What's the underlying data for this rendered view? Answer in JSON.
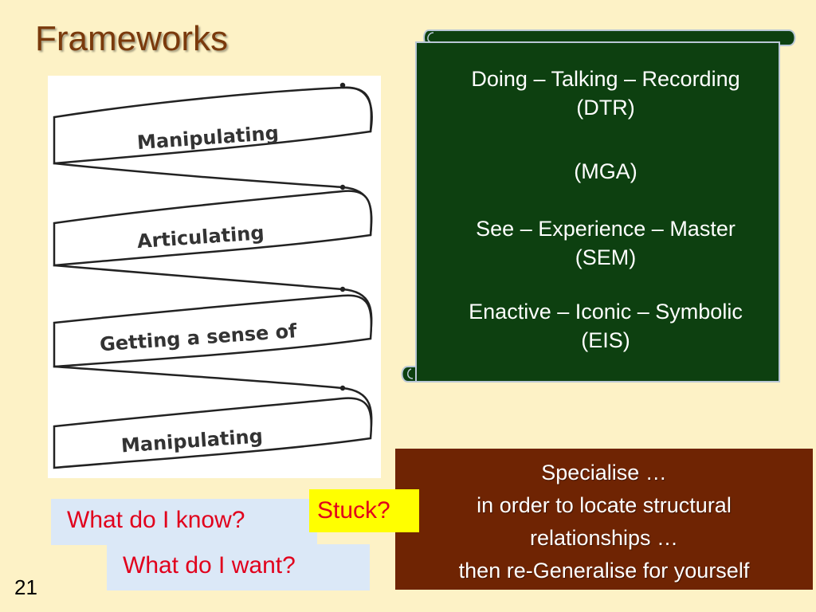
{
  "slide": {
    "title": "Frameworks",
    "page_number": "21"
  },
  "spiral": {
    "bands": [
      "Manipulating",
      "Articulating",
      "Getting a sense of",
      "Manipulating"
    ]
  },
  "scroll": {
    "background_color": "#0d4010",
    "items": [
      {
        "line1": "Doing – Talking – Recording",
        "line2": "(DTR)"
      },
      {
        "line1": "(MGA)",
        "line2": ""
      },
      {
        "line1": "See – Experience – Master",
        "line2": "(SEM)"
      },
      {
        "line1": "Enactive – Iconic – Symbolic",
        "line2": "(EIS)"
      }
    ]
  },
  "specialise": {
    "lines": [
      "Specialise …",
      "in order to locate structural",
      "relationships …",
      "then re-Generalise for yourself"
    ]
  },
  "questions": {
    "know": "What do I know?",
    "want": "What do I want?",
    "stuck": "Stuck?"
  }
}
